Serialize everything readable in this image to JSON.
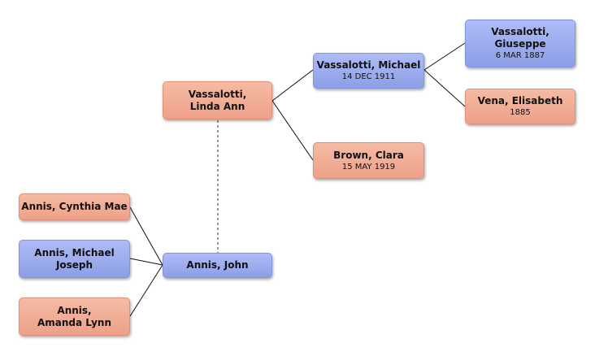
{
  "people": {
    "giuseppe": {
      "name": "Vassalotti, Giuseppe",
      "date": "6 MAR 1887"
    },
    "elisabeth": {
      "name": "Vena, Elisabeth",
      "date": "1885"
    },
    "michael_v": {
      "name": "Vassalotti, Michael",
      "date": "14 DEC 1911"
    },
    "clara": {
      "name": "Brown, Clara",
      "date": "15 MAY 1919"
    },
    "linda": {
      "name": "Vassalotti, Linda Ann",
      "date": ""
    },
    "john": {
      "name": "Annis, John",
      "date": ""
    },
    "cynthia": {
      "name": "Annis, Cynthia Mae",
      "date": ""
    },
    "michael_j": {
      "name": "Annis, Michael Joseph",
      "date": ""
    },
    "amanda": {
      "name": "Annis, Amanda Lynn",
      "date": ""
    }
  },
  "colors": {
    "male": "#9dadef",
    "female": "#f2ae96",
    "line": "#111111",
    "spouse_line": "#777777"
  }
}
